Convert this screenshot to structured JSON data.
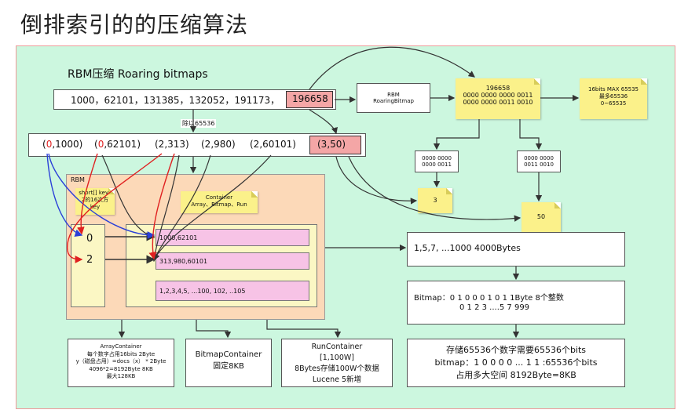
{
  "title": "倒排索引的的压缩算法",
  "rbm_heading": "RBM压缩  Roaring bitmaps",
  "doc_ids_list": "1000，62101，131385，132052，191173，",
  "highlight_value": "196658",
  "divide_label": "除以65536",
  "pairs": [
    "(0,1000)",
    "(0,62101)",
    "(2,313)",
    "(2,980)",
    "(2,60101)"
  ],
  "highlight_pair": "(3,50)",
  "rbm_box": [
    "RBM",
    "RoaringBitmap"
  ],
  "binary_note": [
    "196658",
    "0000 0000 0000 0011",
    "0000 0000 0011 0010"
  ],
  "max_note": [
    "16bits MAX 65535",
    "最多65536",
    "0~65535"
  ],
  "high_bits": [
    "0000 0000",
    "0000 0011"
  ],
  "low_bits": [
    "0000 0000",
    "0011 0010"
  ],
  "note_3": "3",
  "note_50": "50",
  "rbm_label": "RBM",
  "short_keys_note": [
    "short[] keys",
    "2的16次方",
    "key"
  ],
  "container_note": [
    "Container",
    "Array、Bitmap、Run"
  ],
  "keys": [
    "0",
    "2"
  ],
  "containers": [
    "1000,62101",
    "313,980,60101",
    "1,2,3,4,5,  ...100,   102,  ..105"
  ],
  "array_example": "1,5,7,    ...1000   4000Bytes",
  "bitmap_example": [
    "Bitmap：0 1 0 0 0 1 0 1      1Byte  8个整数",
    "0 1 2 3 ....5     7              999"
  ],
  "bitmap_storage": [
    "存储65536个数字需要65536个bits",
    "bitmap：1 0 0 0 0 ... 1 1      :65536个bits",
    "占用多大空间 8192Byte=8KB"
  ],
  "array_container": [
    "ArrayContainer",
    "每个数字占用16bits    2Byte",
    "y（磁盘占用）=docs（x） * 2Byte",
    "4096*2=8192Byte  8KB",
    "最大128KB"
  ],
  "bitmap_container": [
    "BitmapContainer",
    "固定8KB"
  ],
  "run_container": [
    "RunContainer",
    "[1,100W]",
    "8Bytes存储100W个数据",
    "Lucene 5新增"
  ],
  "colors": {
    "canvas": "#ccf7df",
    "peach": "#fcd9b8",
    "note": "#fbf18a",
    "pink": "#f7c3e6",
    "highlight": "#f4a6a6",
    "red": "#e02020",
    "blue": "#2a3fd8"
  }
}
